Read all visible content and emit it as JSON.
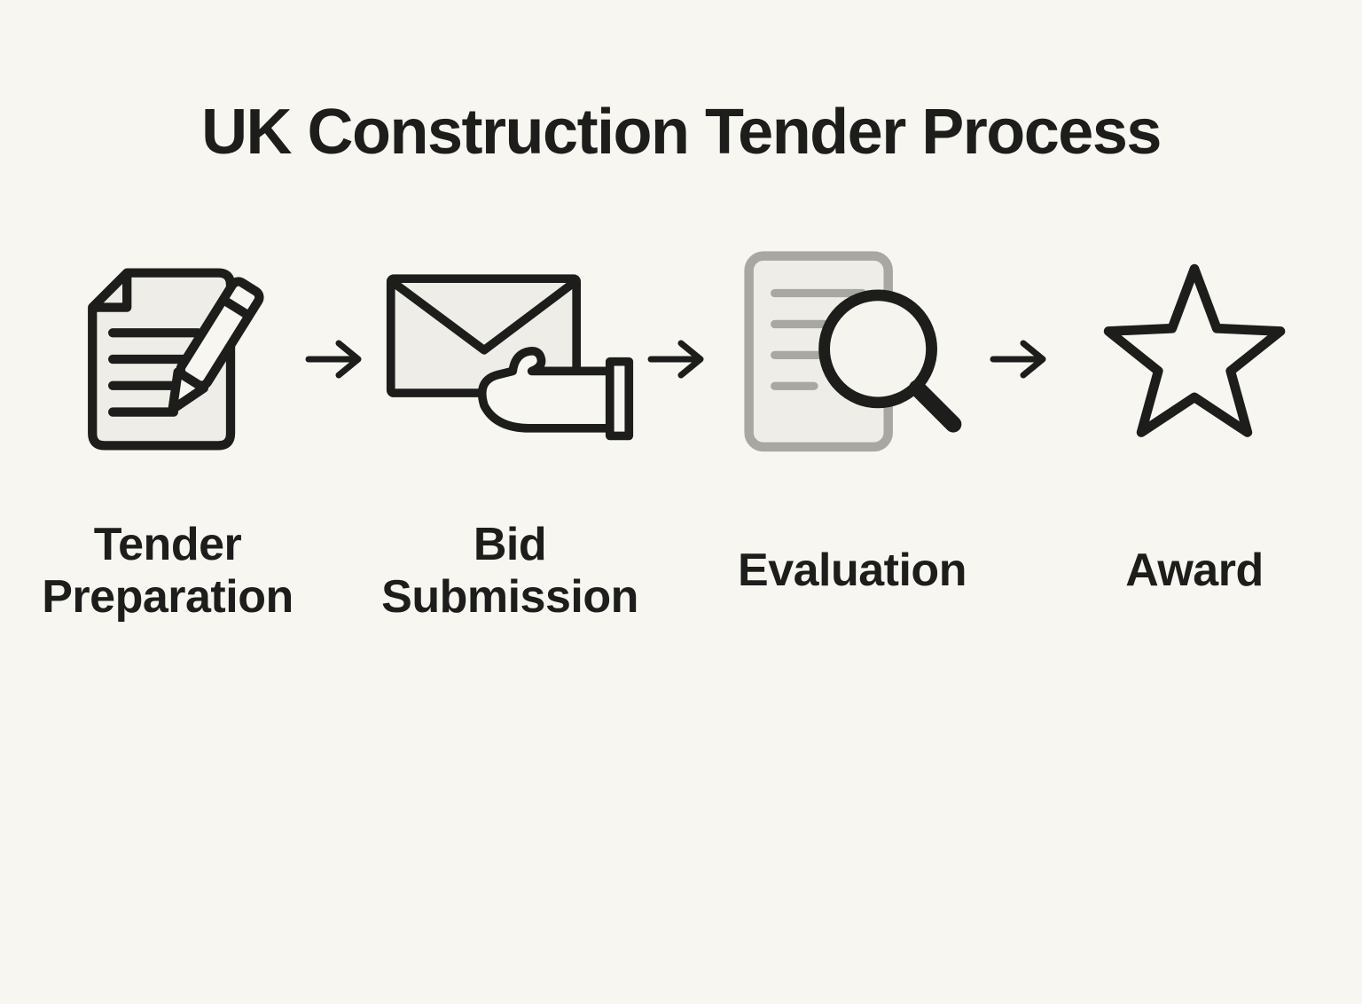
{
  "title": "UK Construction Tender Process",
  "steps": [
    {
      "label": "Tender Preparation",
      "icon": "document-pen-icon"
    },
    {
      "label": "Bid Submission",
      "icon": "envelope-hand-icon"
    },
    {
      "label": "Evaluation",
      "icon": "document-magnifier-icon"
    },
    {
      "label": "Award",
      "icon": "star-icon"
    }
  ],
  "colors": {
    "background": "#f7f6f1",
    "ink": "#1d1d1b",
    "muted": "#a8a7a2",
    "paper_fill": "#efede8"
  }
}
